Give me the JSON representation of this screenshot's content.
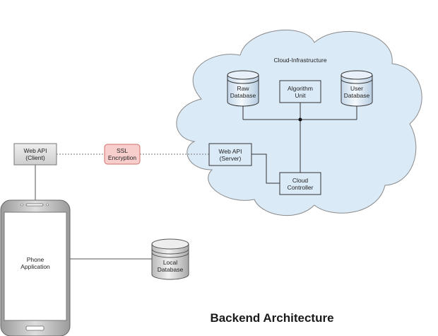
{
  "diagram": {
    "title": "Backend Architecture",
    "cloud": {
      "label": "Cloud-Infrastructure"
    },
    "nodes": {
      "raw_database": {
        "line1": "Raw",
        "line2": "Database"
      },
      "algorithm_unit": {
        "line1": "Algorithm",
        "line2": "Unit"
      },
      "user_database": {
        "line1": "User",
        "line2": "Database"
      },
      "web_api_server": {
        "line1": "Web API",
        "line2": "(Server)"
      },
      "cloud_controller": {
        "line1": "Cloud",
        "line2": "Controller"
      },
      "web_api_client": {
        "line1": "Web API",
        "line2": "(Client)"
      },
      "ssl_encryption": {
        "line1": "SSL",
        "line2": "Encryption"
      },
      "phone_application": {
        "line1": "Phone",
        "line2": "Application"
      },
      "local_database": {
        "line1": "Local",
        "line2": "Database"
      }
    },
    "colors": {
      "cloud_fill": "#dbeaf7",
      "cloud_stroke": "#8a8a8a",
      "blue_box": "#dbeaf7",
      "grey_box": "#dcdcdc",
      "ssl_fill": "#f8cecc",
      "ssl_stroke": "#d0706b",
      "line": "#555555"
    }
  }
}
